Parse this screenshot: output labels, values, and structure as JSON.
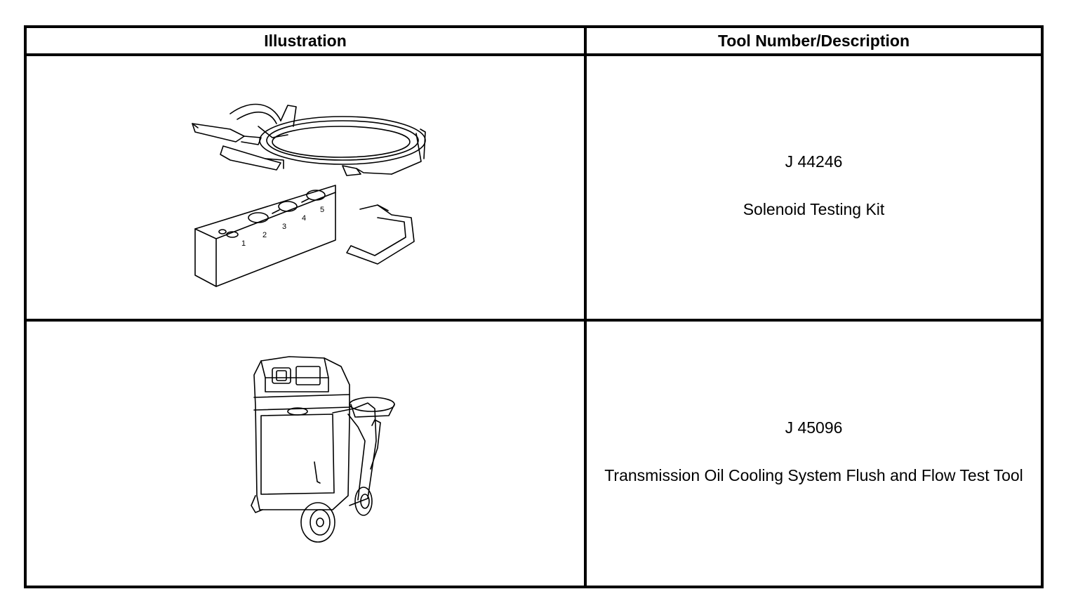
{
  "table": {
    "headers": {
      "illustration": "Illustration",
      "tool": "Tool Number/Description"
    },
    "rows": [
      {
        "tool_number": "J 44246",
        "description": "Solenoid Testing Kit",
        "illustration_icon": "solenoid-testing-kit-illustration",
        "slot_numbers": [
          "1",
          "2",
          "3",
          "4",
          "5"
        ]
      },
      {
        "tool_number": "J 45096",
        "description": "Transmission Oil Cooling System Flush and Flow Test Tool",
        "illustration_icon": "flush-and-flow-test-cart-illustration"
      }
    ]
  }
}
